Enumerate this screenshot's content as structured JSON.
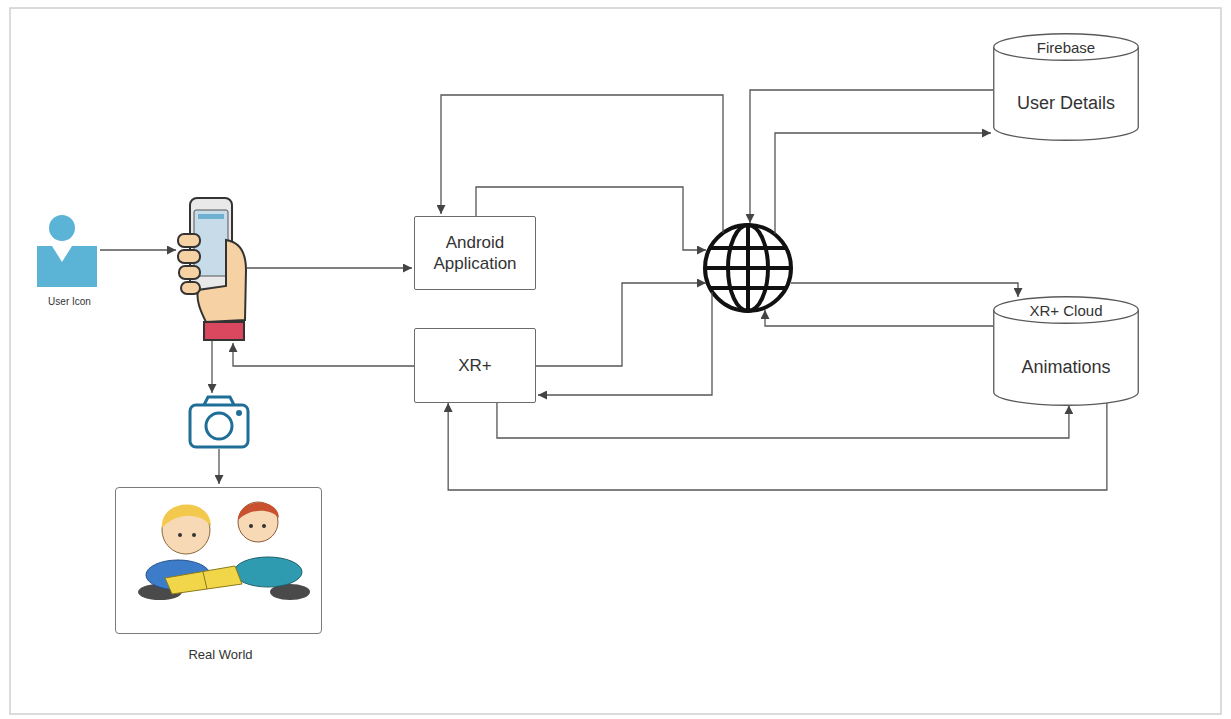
{
  "diagram": {
    "nodes": [
      {
        "text": [
          "User Icon"
        ]
      },
      {
        "text": [
          "Android Application"
        ]
      },
      {
        "text": [
          "XR+"
        ]
      },
      {
        "text": [
          "Firebase",
          "User Details"
        ]
      },
      {
        "text": [
          "XR+ Cloud",
          "Animations"
        ]
      },
      {
        "text": [
          "Real World"
        ]
      }
    ],
    "edges": [
      {
        "from": 2,
        "to": 4,
        "arrow": "to"
      },
      {
        "from": 4,
        "to": 2,
        "arrow": "to"
      }
    ]
  }
}
